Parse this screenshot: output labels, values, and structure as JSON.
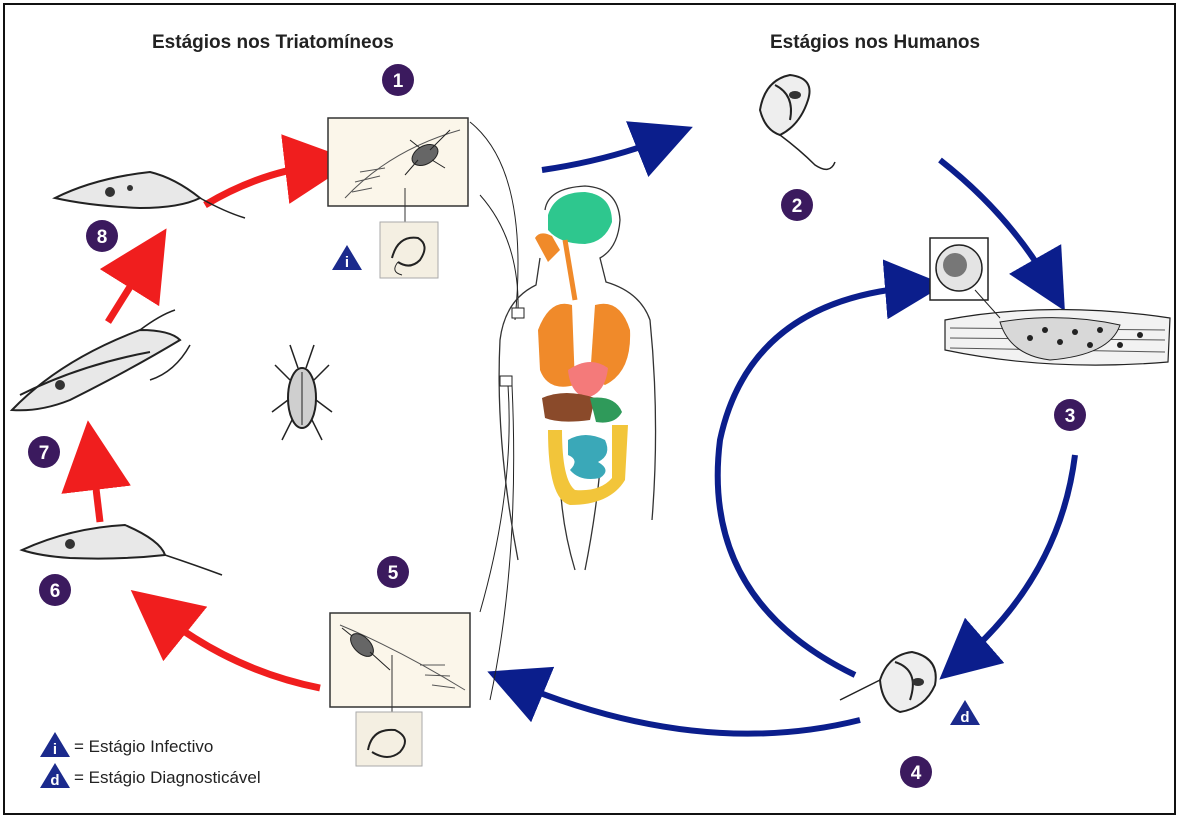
{
  "headers": {
    "insect": "Estágios nos Triatomíneos",
    "human": "Estágios nos Humanos"
  },
  "stages": [
    "1",
    "2",
    "3",
    "4",
    "5",
    "6",
    "7",
    "8"
  ],
  "markers": {
    "infective": "i",
    "diagnostic": "d"
  },
  "legend": {
    "infective_letter": "i",
    "infective_label": "= Estágio Infectivo",
    "diagnostic_letter": "d",
    "diagnostic_label": "= Estágio Diagnosticável"
  },
  "colors": {
    "human_arrows": "#0b1e8c",
    "insect_arrows": "#f01e1e",
    "stage_circle": "#3b1a5e",
    "marker_triangle": "#1b2a8c",
    "brain": "#2ec78e",
    "lungs": "#f08a2a",
    "heart": "#f47a7a",
    "liver": "#8a4a2a",
    "intestine": "#f2c53a",
    "small_intestine": "#3aa8b8"
  },
  "icons": [
    "triatomine-bug-icon",
    "trypanosome-icon",
    "human-body-icon",
    "muscle-cell-icon"
  ]
}
